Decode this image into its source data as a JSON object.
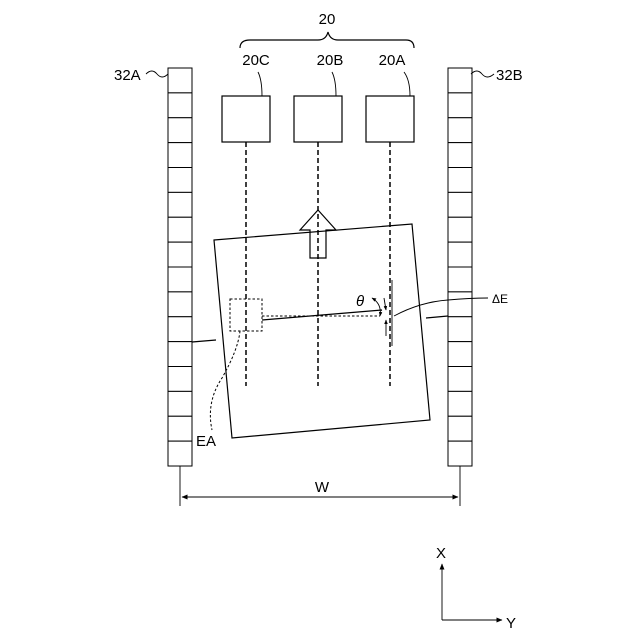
{
  "labels": {
    "group": "20",
    "sensor_c": "20C",
    "sensor_b": "20B",
    "sensor_a": "20A",
    "rail_left": "32A",
    "rail_right": "32B",
    "angle": "θ",
    "delta": "ΔE",
    "region": "EA",
    "width": "W",
    "axis_x": "X",
    "axis_y": "Y"
  },
  "rail_segments": 16
}
